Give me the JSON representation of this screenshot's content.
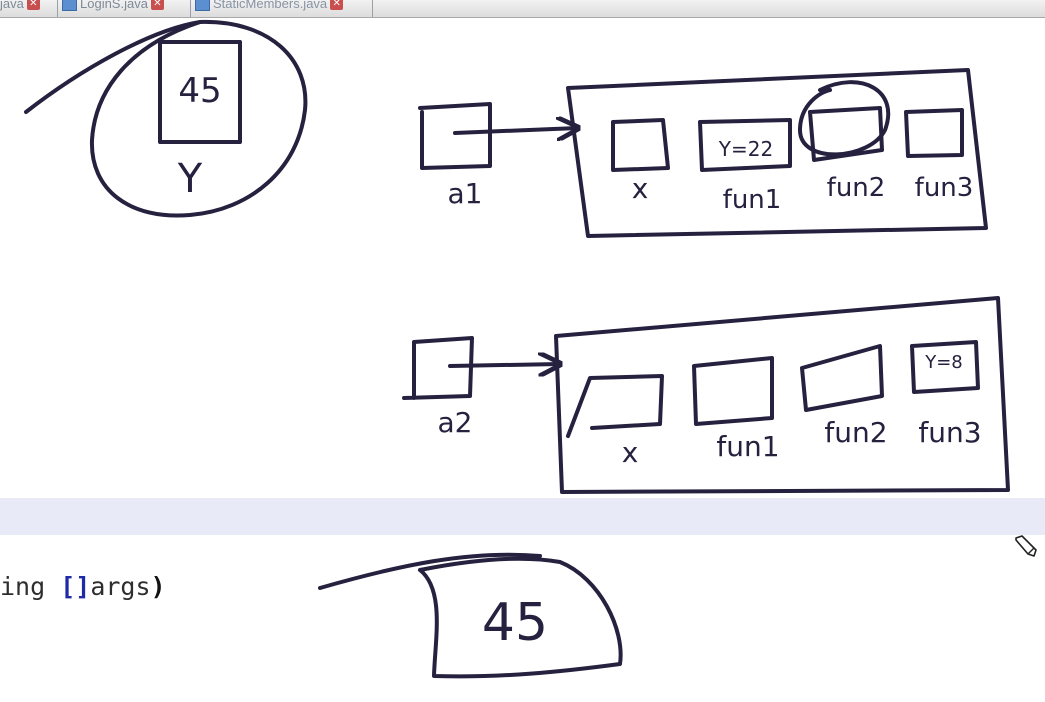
{
  "tabs": [
    {
      "label": "java",
      "active": false
    },
    {
      "label": "LoginS.java",
      "active": false
    },
    {
      "label": "StaticMembers.java",
      "active": true
    }
  ],
  "code": {
    "line_prefix": "ing ",
    "bracket": "[]",
    "args": "args",
    "paren": ")"
  },
  "annotations": {
    "static_box_value": "45",
    "static_var_label": "Y",
    "object1_ref": "a1",
    "object2_ref": "a2",
    "obj1": {
      "slots": [
        "x",
        "fun1",
        "fun2",
        "fun3"
      ],
      "fun1_value": "Y=22"
    },
    "obj2": {
      "slots": [
        "x",
        "fun1",
        "fun2",
        "fun3"
      ],
      "fun3_value": "Y=8"
    },
    "bottom_value": "45"
  },
  "colors": {
    "ink": "#26213f",
    "tab_close": "#c94f4f",
    "current_line": "#e8eaf8",
    "keyword_bracket": "#1f2aa8"
  },
  "icons": [
    "file-java-icon",
    "close-icon",
    "pencil-cursor-icon"
  ]
}
